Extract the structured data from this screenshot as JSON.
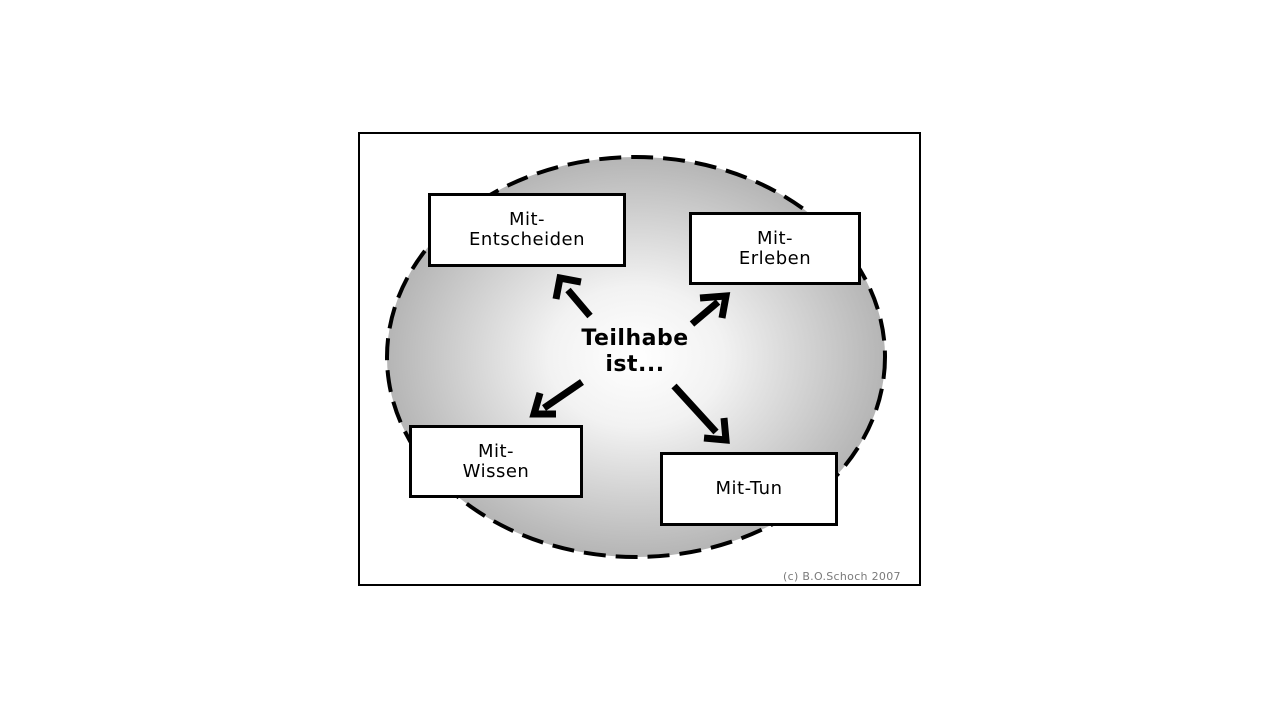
{
  "center": {
    "line1": "Teilhabe",
    "line2": "ist..."
  },
  "nodes": [
    {
      "id": "mit-entscheiden",
      "line1": "Mit-",
      "line2": "Entscheiden"
    },
    {
      "id": "mit-erleben",
      "line1": "Mit-",
      "line2": "Erleben"
    },
    {
      "id": "mit-wissen",
      "line1": "Mit-",
      "line2": "Wissen"
    },
    {
      "id": "mit-tun",
      "line1": "Mit-Tun"
    }
  ],
  "credit": "(c) B.O.Schoch 2007",
  "colors": {
    "ellipse_outer": "#b8b8b8",
    "ellipse_inner": "#ffffff",
    "stroke": "#000000"
  }
}
